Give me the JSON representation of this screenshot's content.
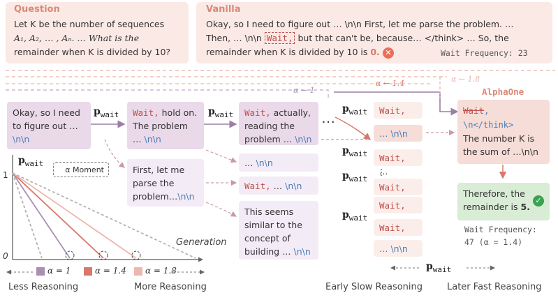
{
  "question": {
    "title": "Question",
    "line1": "Let K be the number of sequences",
    "line2": "A₁, A₂, … , Aₙ. … What is the",
    "line3": "remainder when K is divided by 10?"
  },
  "vanilla": {
    "title": "Vanilla",
    "line1": "Okay, so I need to figure out … \\n\\n First, let me parse the problem. …",
    "line2_a": "Then, … \\n\\n",
    "line2_wait": "Wait,",
    "line2_b": "but that can't be, because… </think>  … So, the",
    "line3_a": "remainder when K is divided by 10 is",
    "line3_ans": "0.",
    "wait_freq": "Wait Frequency: 23"
  },
  "flow": {
    "box1": "Okay, so I need to figure out …",
    "box1_nn": "\\n\\n",
    "box2_wait": "Wait,",
    "box2_a": "hold on.",
    "box2_b": "The problem",
    "box2_c": "…",
    "box2_nn": "\\n\\n",
    "box3_wait": "Wait,",
    "box3_a": "actually,",
    "box3_b": "reading the problem …",
    "box3_nn": "\\n\\n",
    "box4": "First, let me parse the problem…",
    "box4_nn": "\\n\\n",
    "box5": "…",
    "box5_nn": "\\n\\n",
    "box6_wait": "Wait,",
    "box6_a": "…",
    "box6_nn": "\\n\\n",
    "box7": "This seems similar to the concept of building …",
    "box7_nn": "\\n\\n",
    "ellipsis": "⋯",
    "pwait_p": "p",
    "pwait_sub": "wait"
  },
  "stack": {
    "items": [
      {
        "wait": "Wait,",
        "rest": "…"
      },
      {
        "wait": "",
        "rest": "… \\n\\n"
      },
      {
        "wait": "Wait,",
        "rest": "…"
      },
      {
        "wait": "Wait,",
        "rest": "…"
      },
      {
        "wait": "Wait,",
        "rest": "…"
      },
      {
        "wait": "Wait,",
        "rest": "…"
      },
      {
        "wait": "",
        "rest": "… \\n\\n"
      }
    ],
    "vdots": "⋮"
  },
  "alpha": {
    "a1": "α ← 1",
    "a14": "α ← 1.4",
    "a18": "α ← 1.8"
  },
  "alphaone": {
    "title": "AlphaOne",
    "strike": "Wait",
    "tag": ", \\n</think>",
    "line2": "The number K is",
    "line3": "the sum of …\\n\\n",
    "ans_a": "Therefore, the",
    "ans_b": "remainder is",
    "ans_num": "5.",
    "freq_a": "Wait Frequency:",
    "freq_b": "47 (α = 1.4)"
  },
  "plot": {
    "y_top": "1",
    "y_bottom": "0",
    "xlabel": "Generation",
    "moment": "α Moment",
    "legend": [
      "α = 1",
      "α = 1.4",
      "α = 1.8"
    ],
    "colors": {
      "a1": "#a98fb3",
      "a14": "#d9786a",
      "a18": "#ebb8ae",
      "gray": "#b5b5b5"
    }
  },
  "captions": {
    "less": "Less Reasoning",
    "more": "More Reasoning",
    "early": "Early Slow Reasoning",
    "later": "Later Fast Reasoning"
  }
}
